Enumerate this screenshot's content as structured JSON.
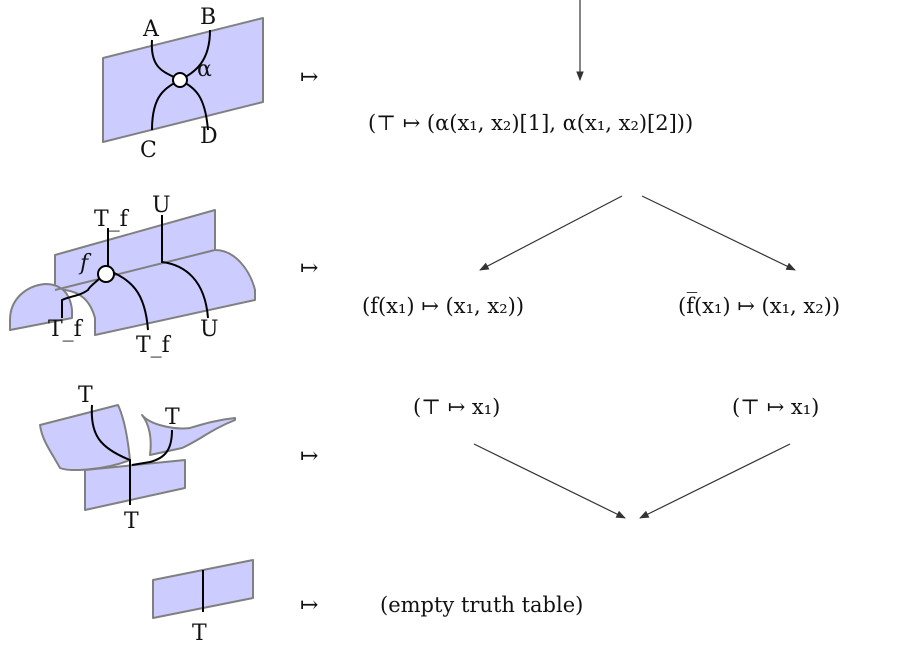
{
  "rows": [
    {
      "diagram_labels": {
        "top_left": "A",
        "top_right": "B",
        "node": "α",
        "bottom_left": "C",
        "bottom_right": "D"
      },
      "mapsto": "↦",
      "expression": "(⊤ ↦ (α(x₁, x₂)[1], α(x₁, x₂)[2]))"
    },
    {
      "diagram_labels": {
        "top_left": "T_f",
        "top_right": "U",
        "node": "f",
        "left_bottom": "T_f",
        "bottom_mid": "T_f",
        "bottom_right": "U"
      },
      "mapsto": "↦",
      "expression_left": "(f(x₁) ↦ (x₁, x₂))",
      "expression_right": "(f̅(x₁) ↦ (x₁, x₂))"
    },
    {
      "diagram_labels": {
        "top_left": "T",
        "top_right": "T",
        "bottom": "T"
      },
      "mapsto": "↦",
      "expression_left": "(⊤ ↦ x₁)",
      "expression_right": "(⊤ ↦ x₁)"
    },
    {
      "diagram_labels": {
        "bottom": "T"
      },
      "mapsto": "↦",
      "expression": "(empty truth table)"
    }
  ],
  "colors": {
    "sheet": "#ccccff",
    "edge": "#808080",
    "wire": "#000000"
  }
}
